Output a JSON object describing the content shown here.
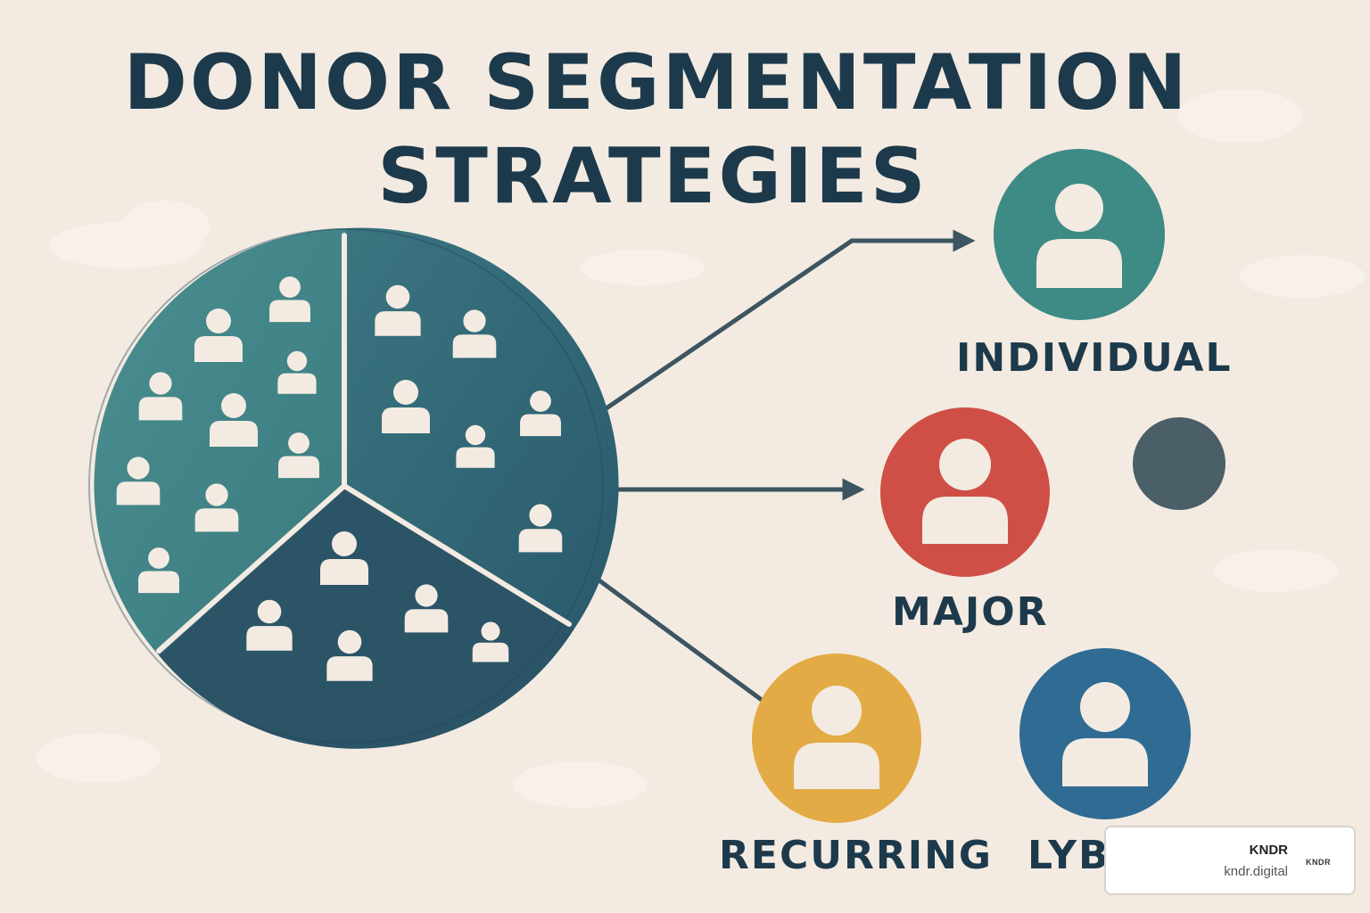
{
  "title": {
    "line1": "DONOR SEGMENTATION",
    "line2": "STRATEGIES"
  },
  "segments": [
    {
      "label": "INDIVIDUAL",
      "color": "#3e8a85",
      "icon": "person-icon"
    },
    {
      "label": "MAJOR",
      "color": "#cf4f46",
      "icon": "person-icon"
    },
    {
      "label": "RECURRING",
      "color": "#e3ab45",
      "icon": "person-icon"
    },
    {
      "label": "LYBU",
      "color": "#2f6b92",
      "icon": "person-icon"
    }
  ],
  "extra_dot_color": "#4b5f68",
  "pie_colors": [
    "#47878a",
    "#2e6474",
    "#2b5467"
  ],
  "background_color": "#f3ebe1",
  "badge": {
    "name": "KNDR",
    "url": "kndr.digital",
    "logo": "KNDR"
  }
}
